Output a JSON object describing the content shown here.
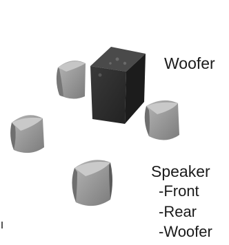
{
  "labels": {
    "woofer": "Woofer",
    "speaker_title": "Speaker",
    "speaker_items": [
      "-Front",
      "-Rear",
      "-Woofer"
    ]
  },
  "colors": {
    "woofer_front": "#2f2f2f",
    "woofer_side": "#1c1c1c",
    "woofer_top": "#4a4a4a",
    "speaker_face": "#9a9a9a",
    "speaker_side": "#5c5c5c",
    "speaker_top": "#bdbdbd",
    "text": "#1a1a1a"
  }
}
